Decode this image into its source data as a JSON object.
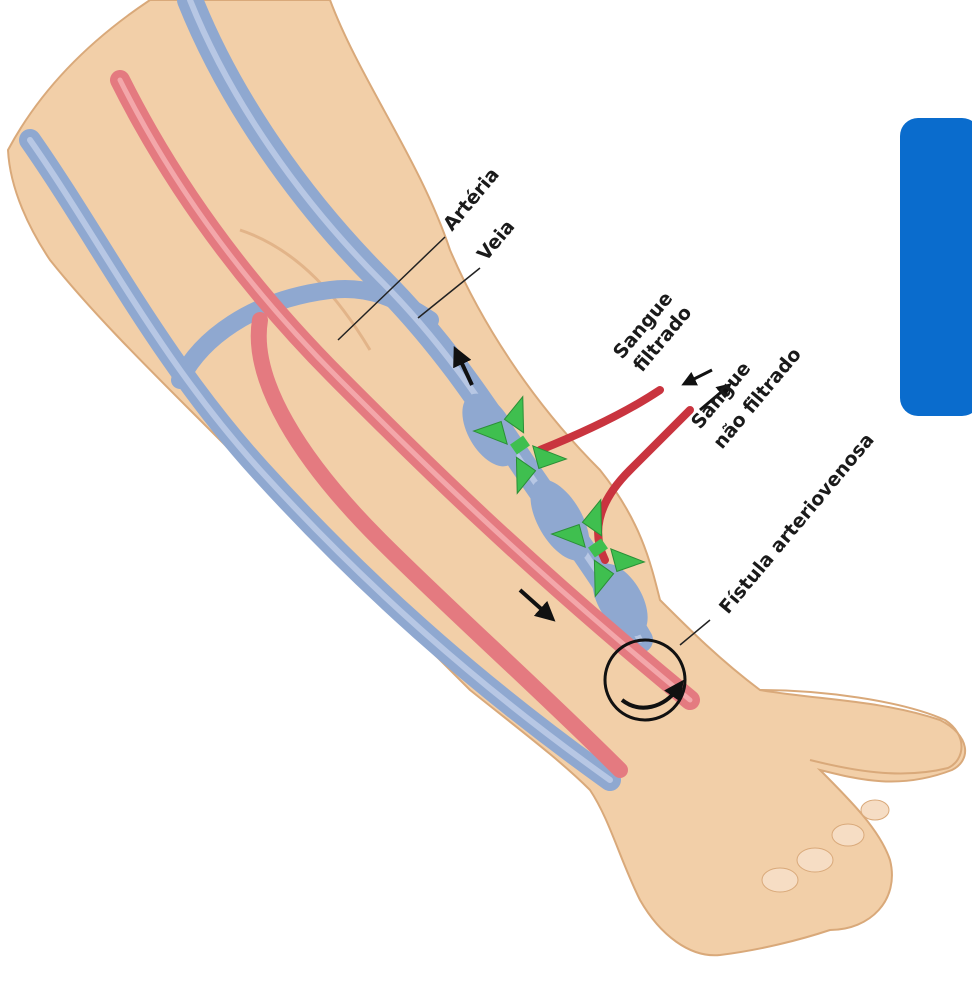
{
  "labels": {
    "artery": "Artéria",
    "vein": "Veia",
    "filtered_line1": "Sangue",
    "filtered_line2": "filtrado",
    "unfiltered_line1": "Sangue",
    "unfiltered_line2": "não filtrado",
    "fistula": "Fístula arteriovenosa"
  },
  "colors": {
    "skin": "#f2cfa8",
    "skin_shadow": "#e2b489",
    "vein": "#8fa8d0",
    "artery": "#e47a80",
    "needle": "#3fbf4f",
    "brand_block": "#0a6ccd"
  },
  "icons": {
    "flow_arrow": "arrow-icon",
    "needle": "butterfly-needle-icon",
    "fistula_marker": "circular-arrow-icon"
  }
}
